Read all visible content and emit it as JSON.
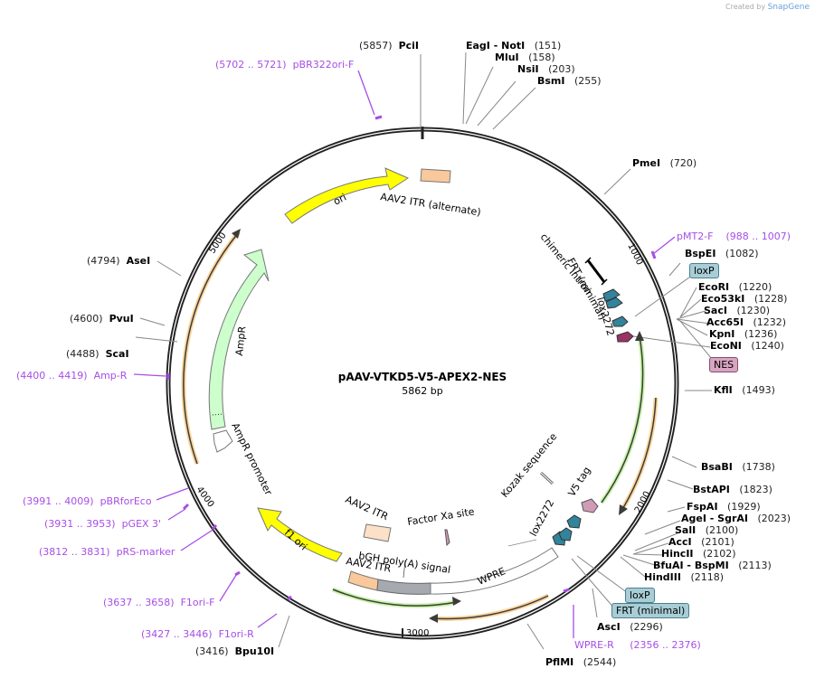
{
  "plasmid": {
    "name": "pAAV-VTKD5-V5-APEX2-NES",
    "length_label": "5862 bp",
    "credit_prefix": "Created by",
    "credit_brand": "SnapGene"
  },
  "ticks": [
    {
      "label": "1000",
      "pos": 1000
    },
    {
      "label": "2000",
      "pos": 2000
    },
    {
      "label": "3000",
      "pos": 3000
    },
    {
      "label": "4000",
      "pos": 4000
    },
    {
      "label": "5000",
      "pos": 5000
    }
  ],
  "enzymes": [
    {
      "name": "PciI",
      "pos": "(5857)",
      "side": "left"
    },
    {
      "name": "EagI  - NotI",
      "pos": "(151)",
      "side": "right"
    },
    {
      "name": "MluI",
      "pos": "(158)",
      "side": "right"
    },
    {
      "name": "NsiI",
      "pos": "(203)",
      "side": "right"
    },
    {
      "name": "BsmI",
      "pos": "(255)",
      "side": "right"
    },
    {
      "name": "PmeI",
      "pos": "(720)",
      "side": "right"
    },
    {
      "name": "BspEI",
      "pos": "(1082)",
      "side": "right"
    },
    {
      "name": "EcoRI",
      "pos": "(1220)",
      "side": "right"
    },
    {
      "name": "Eco53kI",
      "pos": "(1228)",
      "side": "right"
    },
    {
      "name": "SacI",
      "pos": "(1230)",
      "side": "right"
    },
    {
      "name": "Acc65I",
      "pos": "(1232)",
      "side": "right"
    },
    {
      "name": "KpnI",
      "pos": "(1236)",
      "side": "right"
    },
    {
      "name": "EcoNI",
      "pos": "(1240)",
      "side": "right"
    },
    {
      "name": "KflI",
      "pos": "(1493)",
      "side": "right"
    },
    {
      "name": "BsaBI",
      "pos": "(1738)",
      "side": "right"
    },
    {
      "name": "BstAPI",
      "pos": "(1823)",
      "side": "right"
    },
    {
      "name": "FspAI",
      "pos": "(1929)",
      "side": "right"
    },
    {
      "name": "AgeI  - SgrAI",
      "pos": "(2023)",
      "side": "right"
    },
    {
      "name": "SalI",
      "pos": "(2100)",
      "side": "right"
    },
    {
      "name": "AccI",
      "pos": "(2101)",
      "side": "right"
    },
    {
      "name": "HincII",
      "pos": "(2102)",
      "side": "right"
    },
    {
      "name": "BfuAI  - BspMI",
      "pos": "(2113)",
      "side": "right"
    },
    {
      "name": "HindIII",
      "pos": "(2118)",
      "side": "right"
    },
    {
      "name": "AscI",
      "pos": "(2296)",
      "side": "right"
    },
    {
      "name": "PflMI",
      "pos": "(2544)",
      "side": "right"
    },
    {
      "name": "Bpu10I",
      "pos": "(3416)",
      "side": "left"
    },
    {
      "name": "ScaI",
      "pos": "(4488)",
      "side": "left"
    },
    {
      "name": "PvuI",
      "pos": "(4600)",
      "side": "left"
    },
    {
      "name": "AseI",
      "pos": "(4794)",
      "side": "left"
    }
  ],
  "primers": [
    {
      "name": "pBR322ori-F",
      "range": "(5702 .. 5721)"
    },
    {
      "name": "pMT2-F",
      "range": "(988 .. 1007)"
    },
    {
      "name": "WPRE-R",
      "range": "(2356 .. 2376)"
    },
    {
      "name": "F1ori-R",
      "range": "(3427 .. 3446)"
    },
    {
      "name": "F1ori-F",
      "range": "(3637 .. 3658)"
    },
    {
      "name": "pRS-marker",
      "range": "(3812 .. 3831)"
    },
    {
      "name": "pGEX 3'",
      "range": "(3931 .. 3953)"
    },
    {
      "name": "pBRforEco",
      "range": "(3991 .. 4009)"
    },
    {
      "name": "Amp-R",
      "range": "(4400 .. 4419)"
    }
  ],
  "boxed_features": [
    {
      "name": "loxP",
      "kind": "lox"
    },
    {
      "name": "NES",
      "kind": "nes"
    },
    {
      "name": "loxP",
      "kind": "lox"
    },
    {
      "name": "FRT (minimal)",
      "kind": "lox"
    }
  ],
  "features": [
    {
      "name": "ori",
      "color": "#ffff00"
    },
    {
      "name": "AAV2 ITR (alternate)",
      "color": "#f9c89b"
    },
    {
      "name": "chimeric intron",
      "color": "#000000"
    },
    {
      "name": "FRT (minimal)",
      "color": "#31849b"
    },
    {
      "name": "lox2272",
      "color": "#31849b"
    },
    {
      "name": "NES",
      "color": "#993366"
    },
    {
      "name": "Kozak sequence",
      "color": "#ffffff"
    },
    {
      "name": "V5 tag",
      "color": "#d09bb5"
    },
    {
      "name": "lox2272",
      "color": "#31849b"
    },
    {
      "name": "WPRE",
      "color": "#ffffff"
    },
    {
      "name": "bGH poly(A) signal",
      "color": "#a6aab0"
    },
    {
      "name": "AAV2 ITR",
      "color": "#f9c89b"
    },
    {
      "name": "AAV2 ITR",
      "color": "#fde0c8"
    },
    {
      "name": "Factor Xa site",
      "color": "#d09bb5"
    },
    {
      "name": "f1 ori",
      "color": "#ffff00"
    },
    {
      "name": "AmpR promoter",
      "color": "#ffffff"
    },
    {
      "name": "AmpR",
      "color": "#ccffcc"
    }
  ],
  "colors": {
    "backbone": "#222222",
    "primer": "#a64ee6",
    "orf_green": "#9be36b",
    "orf_orange": "#f7c27a"
  }
}
